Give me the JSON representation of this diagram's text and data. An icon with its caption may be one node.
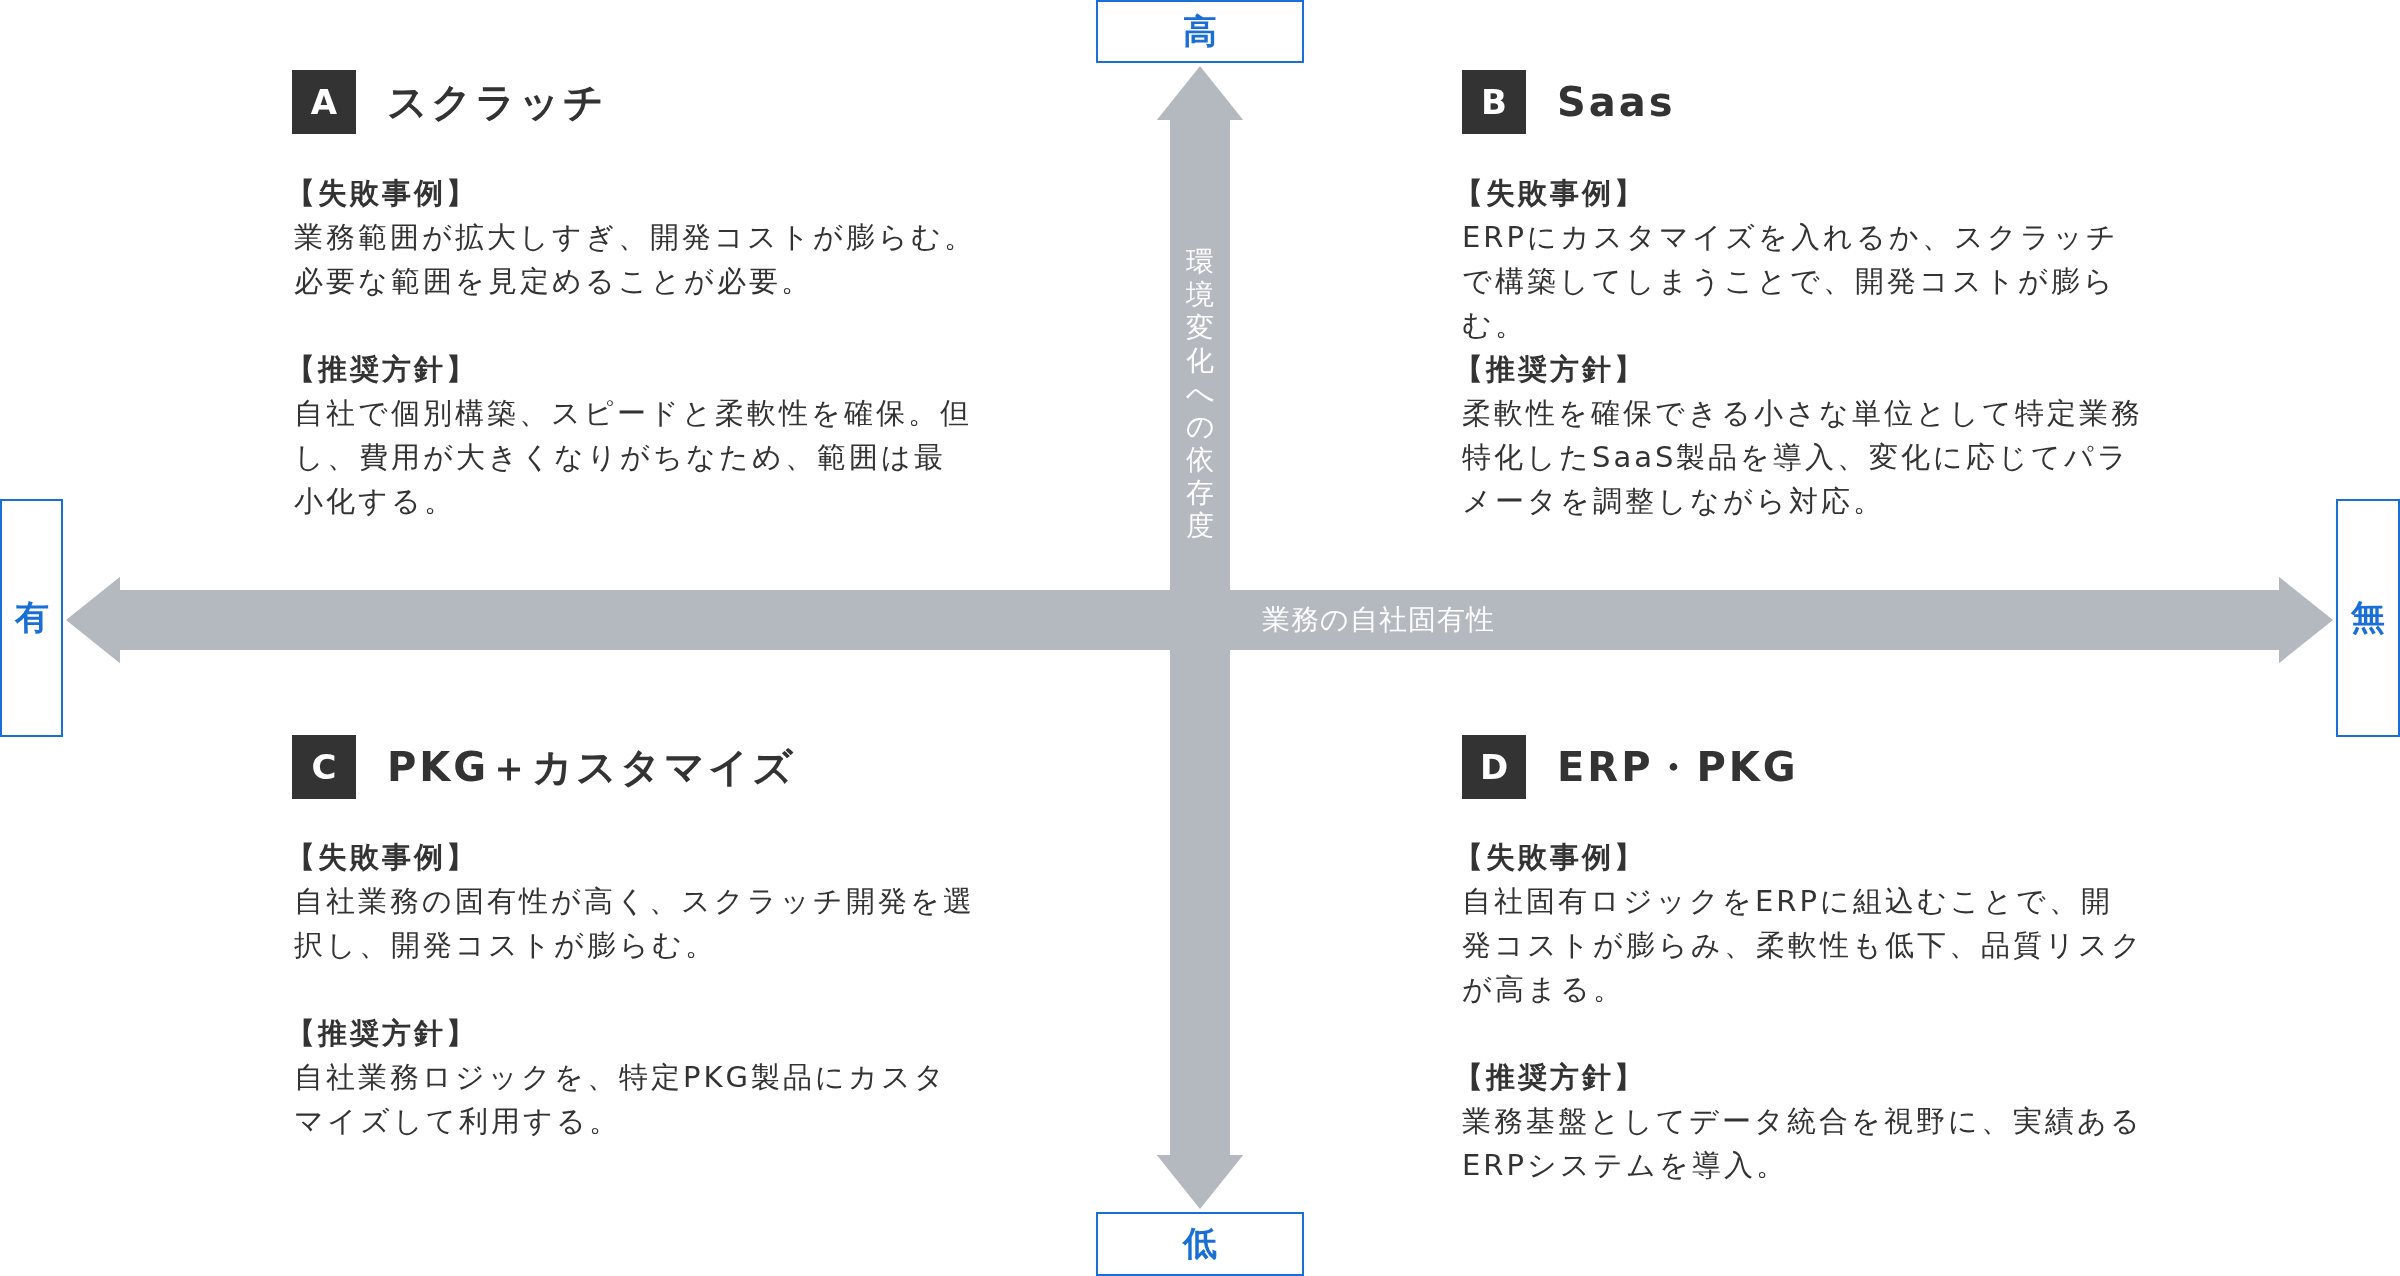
{
  "diagram": {
    "nodes": [
      {
        "text": [
          "高"
        ]
      },
      {
        "text": [
          "A"
        ],
        "beside": [
          "スクラッチ"
        ]
      },
      {
        "text": [
          "B"
        ],
        "beside": [
          "Saas"
        ]
      },
      {
        "text": [
          "有"
        ]
      },
      {
        "text": [
          "無"
        ]
      },
      {
        "text": [
          "C"
        ],
        "beside": [
          "PKG＋カスタマイズ"
        ]
      },
      {
        "text": [
          "D"
        ],
        "beside": [
          "ERP・PKG"
        ]
      },
      {
        "text": [
          "低"
        ]
      }
    ],
    "edges": [
      {
        "from": 7,
        "to": 0,
        "arrow": "both",
        "label": "環境変化への依存度"
      },
      {
        "from": 3,
        "to": 4,
        "arrow": "both",
        "label": "業務の自社固有性"
      }
    ],
    "labels": [
      "【失敗事例】",
      "業務範囲が拡大しすぎ、開発コストが膨らむ。必要な範囲を見定めることが必要。",
      "【推奨方針】",
      "自社で個別構築、スピードと柔軟性を確保。但し、費用が大きくなりがちなため、範囲は最小化する。",
      "【失敗事例】",
      "ERPにカスタマイズを入れるか、スクラッチで構築してしまうことで、開発コストが膨らむ。",
      "【推奨方針】",
      "柔軟性を確保できる小さな単位として特定業務特化したSaaS製品を導入、変化に応じてパラメータを調整しながら対応。",
      "【失敗事例】",
      "自社業務の固有性が高く、スクラッチ開発を選択し、開発コストが膨らむ。",
      "【推奨方針】",
      "自社業務ロジックを、特定PKG製品にカスタマイズして利用する。",
      "【失敗事例】",
      "自社固有ロジックをERPに組込むことで、開発コストが膨らみ、柔軟性も低下、品質リスクが高まる。",
      "【推奨方針】",
      "業務基盤としてデータ統合を視野に、実績あるERPシステムを導入。"
    ]
  }
}
